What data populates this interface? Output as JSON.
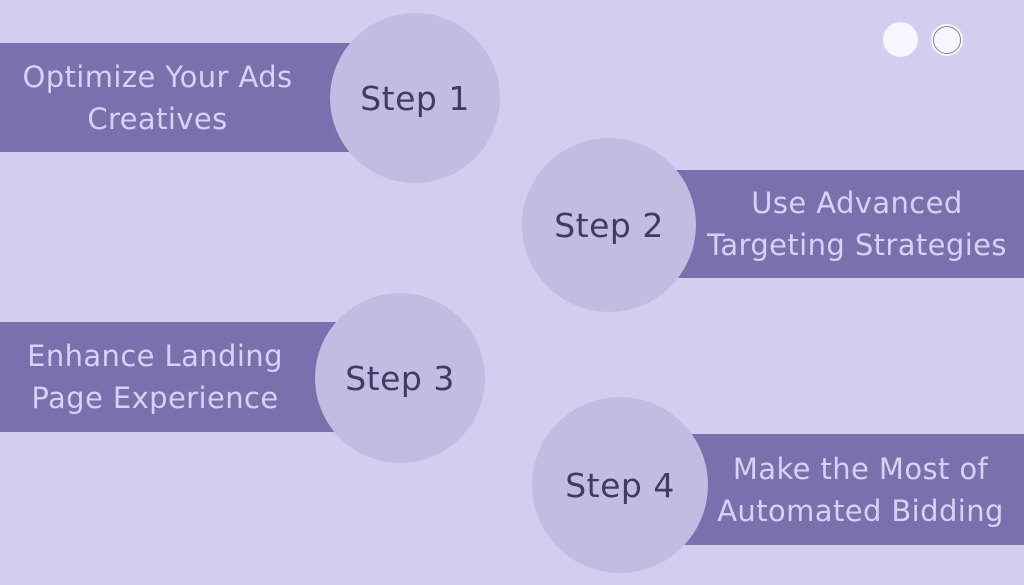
{
  "colors": {
    "background": "#d5cdf0",
    "banner": "#7b6fae",
    "circle": "#c2bbe2",
    "step_text": "#413a67",
    "banner_text": "#d9d0f3",
    "dot_fill": "#f7f5fd",
    "dot_ring": "#82808c"
  },
  "steps": [
    {
      "label": "Step 1",
      "title_lines": [
        "Optimize Your Ads",
        "Creatives"
      ],
      "side": "left"
    },
    {
      "label": "Step 2",
      "title_lines": [
        "Use Advanced",
        "Targeting Strategies"
      ],
      "side": "right"
    },
    {
      "label": "Step 3",
      "title_lines": [
        "Enhance Landing",
        "Page Experience"
      ],
      "side": "left"
    },
    {
      "label": "Step 4",
      "title_lines": [
        "Make the Most of",
        "Automated Bidding"
      ],
      "side": "right"
    }
  ],
  "decor": {
    "dots": [
      {
        "style": "solid"
      },
      {
        "style": "ring"
      }
    ]
  }
}
